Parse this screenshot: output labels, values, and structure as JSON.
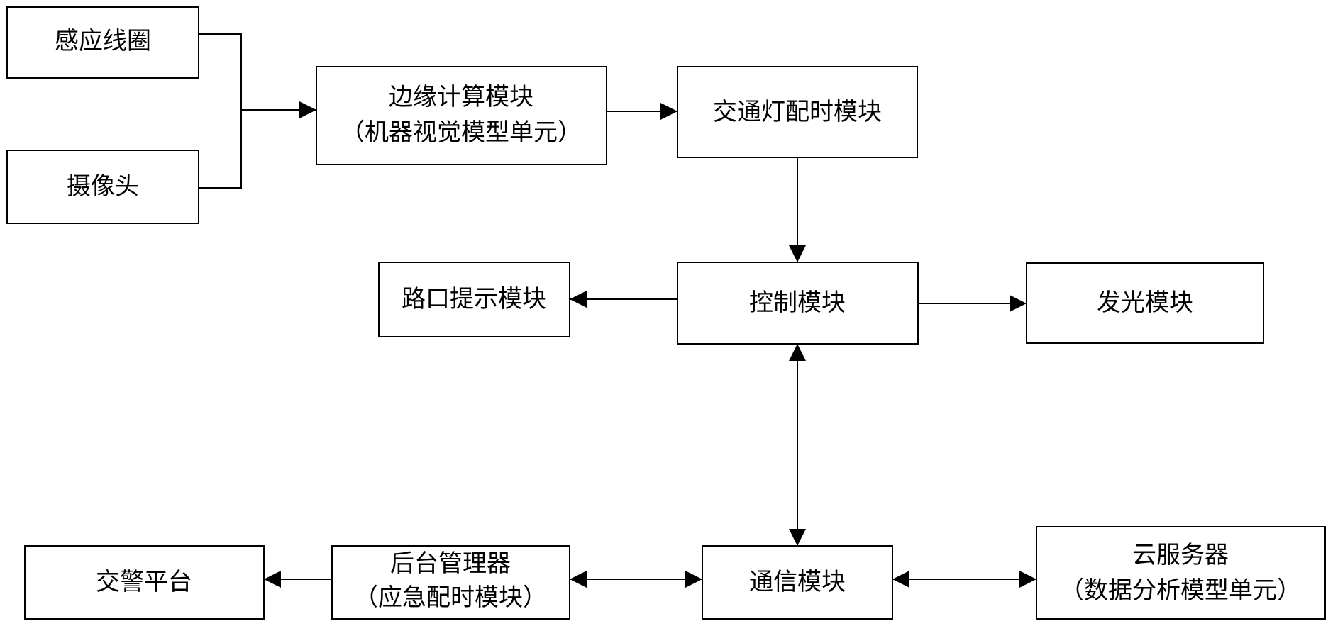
{
  "nodes": {
    "induction_coil": {
      "label": "感应线圈"
    },
    "camera": {
      "label": "摄像头"
    },
    "edge_computing": {
      "line1": "边缘计算模块",
      "line2": "（机器视觉模型单元）"
    },
    "signal_timing": {
      "label": "交通灯配时模块"
    },
    "intersection_prompt": {
      "label": "路口提示模块"
    },
    "control": {
      "label": "控制模块"
    },
    "lighting": {
      "label": "发光模块"
    },
    "traffic_police_platform": {
      "label": "交警平台"
    },
    "backend_manager": {
      "line1": "后台管理器",
      "line2": "（应急配时模块）"
    },
    "communication": {
      "label": "通信模块"
    },
    "cloud_server": {
      "line1": "云服务器",
      "line2": "（数据分析模型单元）"
    }
  }
}
